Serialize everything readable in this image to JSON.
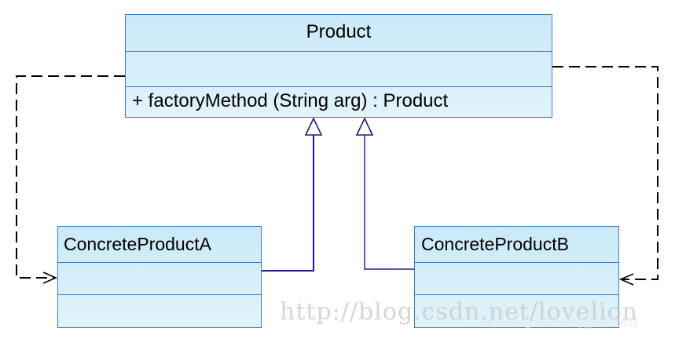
{
  "diagram": {
    "classes": {
      "product": {
        "name": "Product",
        "operation": "+  factoryMethod (String arg)  : Product"
      },
      "concrete_a": {
        "name": "ConcreteProductA"
      },
      "concrete_b": {
        "name": "ConcreteProductB"
      }
    },
    "relationships": [
      {
        "type": "generalization",
        "from": "ConcreteProductA",
        "to": "Product"
      },
      {
        "type": "generalization",
        "from": "ConcreteProductB",
        "to": "Product"
      },
      {
        "type": "dependency",
        "from": "Product",
        "to": "ConcreteProductA"
      },
      {
        "type": "dependency",
        "from": "Product",
        "to": "ConcreteProductB"
      }
    ],
    "colors": {
      "class_fill_top": "#c9e9f8",
      "class_fill_bottom": "#e2f3fb",
      "class_border": "#3a7fc4",
      "generalization_line": "#1c1c8c",
      "dependency_line": "#000000"
    }
  },
  "watermark": {
    "text": "http://blog.csdn.net/lovelion",
    "small_text": "https://blog.csdn.net/qq_36629833"
  }
}
